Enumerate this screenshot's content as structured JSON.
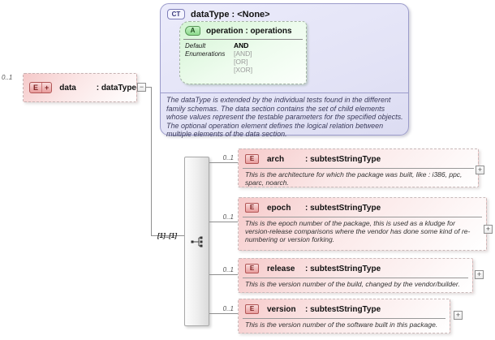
{
  "root": {
    "cardinality": "0..1",
    "badge": "E",
    "badge_plus": "+",
    "name": "data",
    "type": ": dataType",
    "collapse_glyph": "−"
  },
  "complex_type": {
    "badge": "CT",
    "title": "dataType : <None>",
    "attribute": {
      "badge": "A",
      "title": "operation : operations",
      "default_label": "Default",
      "default_value": "AND",
      "enumerations_label": "Enumerations",
      "enum_values": [
        "[AND]",
        "[OR]",
        "[XOR]"
      ]
    },
    "description": "The dataType is extended by the individual tests found in the different family schemas.  The data section contains the set of child elements whose values represent the testable parameters for the specified objects. The optional operation element defines the logical relation between multiple elements of the data section."
  },
  "compositor": {
    "label": "[1]..[1]",
    "icon": "sequence-compositor-icon"
  },
  "children": [
    {
      "cardinality": "0..1",
      "badge": "E",
      "name": "arch",
      "type": ": subtestStringType",
      "description": "This is the architecture for which the package was built, like : i386, ppc, sparc, noarch.",
      "expand_glyph": "+"
    },
    {
      "cardinality": "0..1",
      "badge": "E",
      "name": "epoch",
      "type": ": subtestStringType",
      "description": "This is the epoch number of the package, this is used as a kludge for version-release comparisons where the vendor has done some kind of re-numbering or version forking.",
      "expand_glyph": "+"
    },
    {
      "cardinality": "0..1",
      "badge": "E",
      "name": "release",
      "type": ": subtestStringType",
      "description": "This is the version number of the build, changed by the vendor/builder.",
      "expand_glyph": "+"
    },
    {
      "cardinality": "0..1",
      "badge": "E",
      "name": "version",
      "type": ": subtestStringType",
      "description": "This is the version number of the software built in this package.",
      "expand_glyph": "+"
    }
  ],
  "colors": {
    "element_fill": "#f5c9c9",
    "element_border": "#c9baba",
    "element_badge_border": "#b25656",
    "attribute_fill": "#d4f4d4",
    "attribute_badge": "#8cd98c",
    "complextype_fill": "#e7e7f9",
    "complextype_border": "#9c9ccb",
    "connector": "#8f8f8f"
  }
}
